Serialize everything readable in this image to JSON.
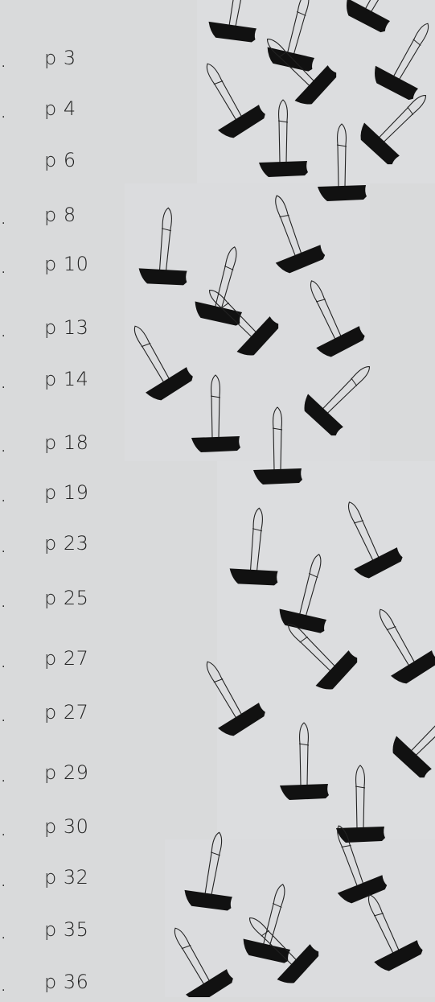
{
  "toc": {
    "entries": [
      {
        "dot": ".",
        "page": "p 3"
      },
      {
        "dot": ".",
        "page": "p 4"
      },
      {
        "dot": "",
        "page": "p 6"
      },
      {
        "dot": ".",
        "page": "p 8"
      },
      {
        "dot": ".",
        "page": "p 10"
      },
      {
        "dot": ".",
        "page": "p 13"
      },
      {
        "dot": ".",
        "page": "p 14"
      },
      {
        "dot": ".",
        "page": "p 18"
      },
      {
        "dot": ".",
        "page": "p 19"
      },
      {
        "dot": ".",
        "page": "p 23"
      },
      {
        "dot": ".",
        "page": "p 25"
      },
      {
        "dot": ".",
        "page": "p 27"
      },
      {
        "dot": ".",
        "page": "p 27"
      },
      {
        "dot": ".",
        "page": "p 29"
      },
      {
        "dot": ".",
        "page": "p 30"
      },
      {
        "dot": ".",
        "page": "p 32"
      },
      {
        "dot": ".",
        "page": "p 35"
      },
      {
        "dot": ".",
        "page": "p 36"
      }
    ]
  },
  "colors": {
    "background": "#d9dadb",
    "panel": "#dcdddf",
    "ink": "#111111",
    "stroke": "#222222"
  },
  "illustration": {
    "icon": "scattered-stamp-icon"
  }
}
